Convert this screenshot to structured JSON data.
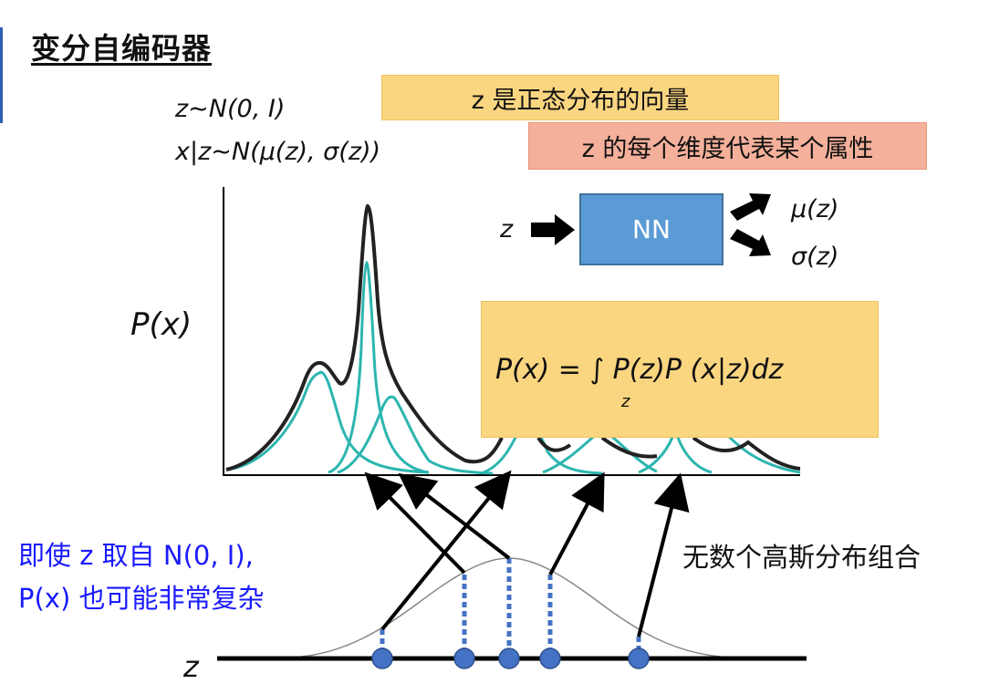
{
  "title": "变分自编码器",
  "prior_eq": "z∼N(0, I)",
  "conditional_eq": "x|z∼N(μ(z), σ(z))",
  "box_z_normal": "z 是正态分布的向量",
  "box_z_dims": "z 的每个维度代表某个属性",
  "nn": {
    "input": "z",
    "label": "NN",
    "out_mu": "μ(z)",
    "out_sigma": "σ(z)"
  },
  "formula": "P(x) = ∫ P(z)P (x|z)dz",
  "formula_sub": "z",
  "y_axis_label": "P(x)",
  "z_axis_label": "z",
  "note_left_line1": "即使 z 取自 N(0, I),",
  "note_left_line2": "P(x) 也可能非常复杂",
  "note_right": "无数个高斯分布组合",
  "colors": {
    "orange_box": "#fbd680",
    "salmon_box": "#f4b09a",
    "nn_blue": "#5b9bd5",
    "teal": "#2cb5b0",
    "note_blue": "#1a1aff",
    "dot_blue": "#4472c4"
  }
}
